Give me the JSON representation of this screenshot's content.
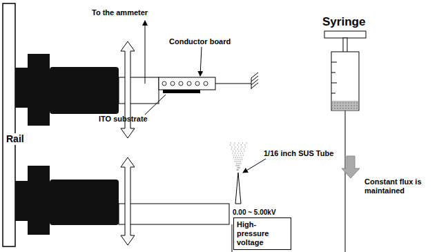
{
  "diagram": {
    "nodes": [
      {
        "text": [
          "High-pressure voltage"
        ]
      }
    ],
    "labels": [
      "To the ammeter",
      "Conductor board",
      "Syringe",
      "Rail",
      "ITO substrate",
      "1/16 inch SUS Tube",
      "0.00 ~ 5.00kV",
      "Constant flux is maintained"
    ]
  }
}
